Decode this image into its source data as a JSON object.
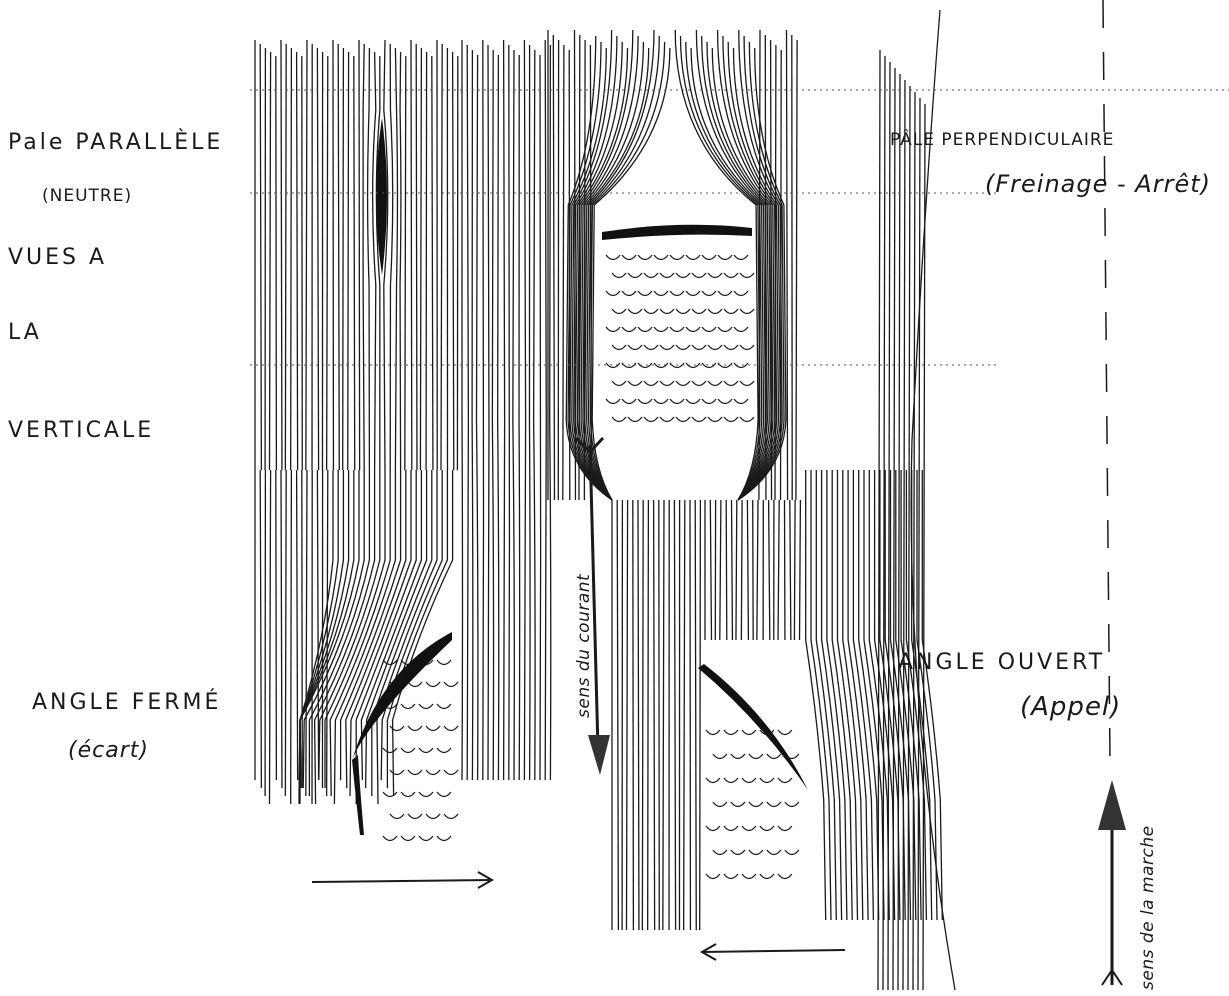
{
  "labels": {
    "pale_parallele": "Pale PARALLÈLE",
    "neutre": "(NEUTRE)",
    "vues_a": "VUES A",
    "la": "LA",
    "verticale": "VERTICALE",
    "pale_perpendiculaire": "PÂLE PERPENDICULAIRE",
    "freinage_arret": "(Freinage - Arrêt)",
    "angle_ferme": "ANGLE FERMÉ",
    "ecart": "(écart)",
    "angle_ouvert": "ANGLE OUVERT",
    "appel": "(Appel)",
    "sens_du_courant": "sens du courant",
    "sens_de_la_marche": "sens de la marche"
  },
  "colors": {
    "ink": "#1a1a1a",
    "paper": "#ffffff",
    "blade": "#111111"
  }
}
